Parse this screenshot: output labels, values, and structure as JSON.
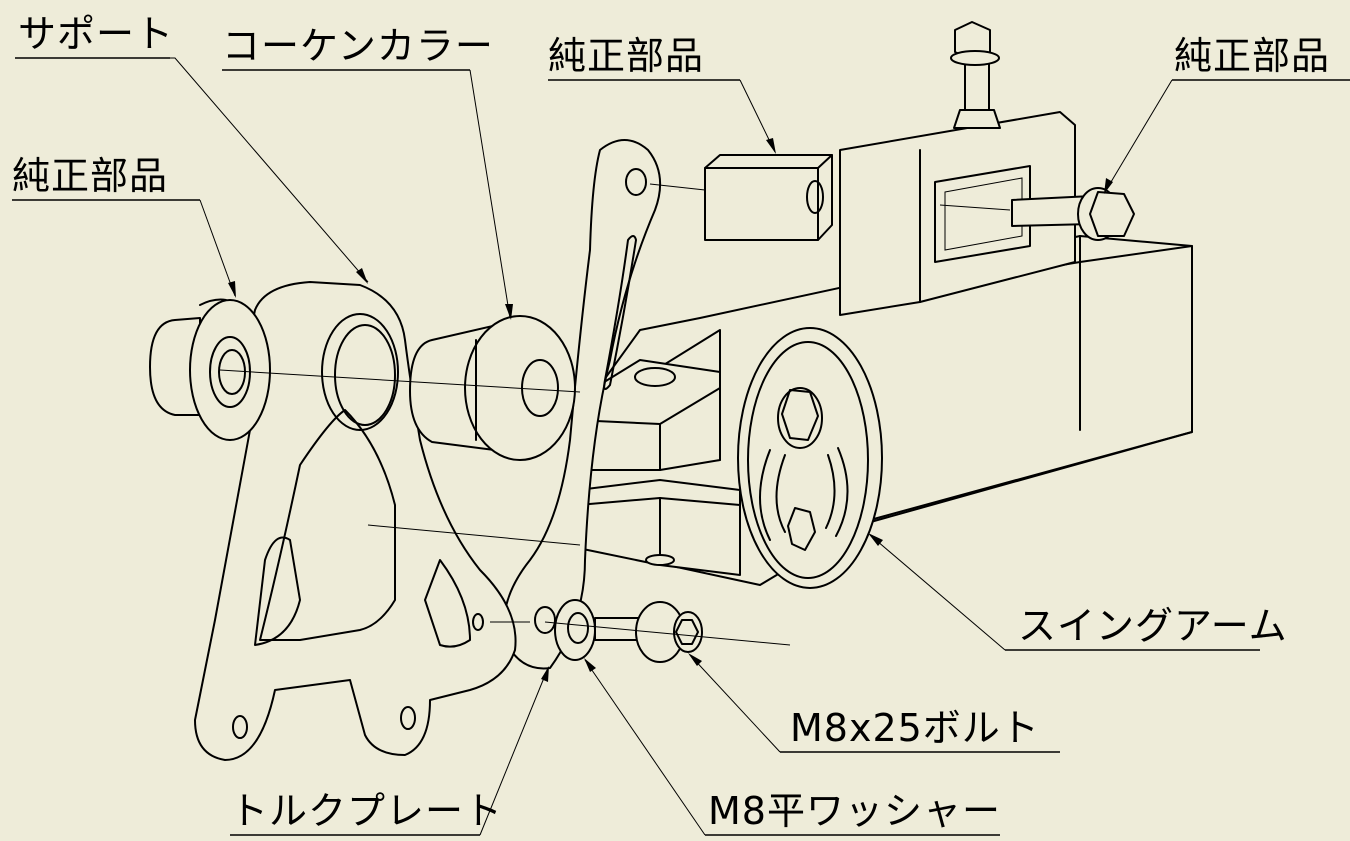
{
  "labels": {
    "support": "サポート",
    "collar": "コーケンカラー",
    "genuine_top_center": "純正部品",
    "genuine_top_right": "純正部品",
    "genuine_left": "純正部品",
    "swingarm": "スイングアーム",
    "bolt": "M8x25ボルト",
    "torque_plate": "トルクプレート",
    "washer": "M8平ワッシャー"
  }
}
